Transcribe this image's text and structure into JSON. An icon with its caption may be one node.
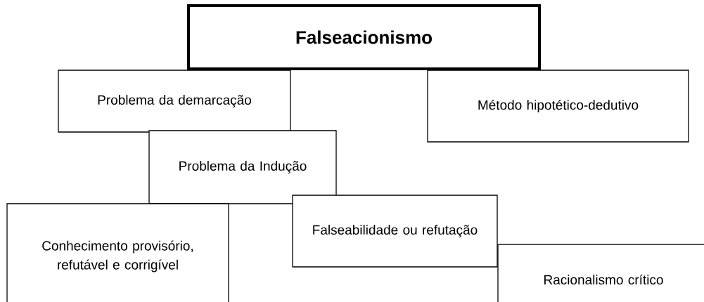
{
  "diagram": {
    "nodes": [
      {
        "text": [
          "Falseacionismo"
        ]
      },
      {
        "text": [
          "Problema da demarcação"
        ]
      },
      {
        "text": [
          "Método hipotético-dedutivo"
        ]
      },
      {
        "text": [
          "Problema da Indução"
        ]
      },
      {
        "text": [
          "Conhecimento provisório, refutável e corrigível"
        ]
      },
      {
        "text": [
          "Falseabilidade ou refutação"
        ]
      },
      {
        "text": [
          "Racionalismo crítico"
        ]
      }
    ]
  }
}
